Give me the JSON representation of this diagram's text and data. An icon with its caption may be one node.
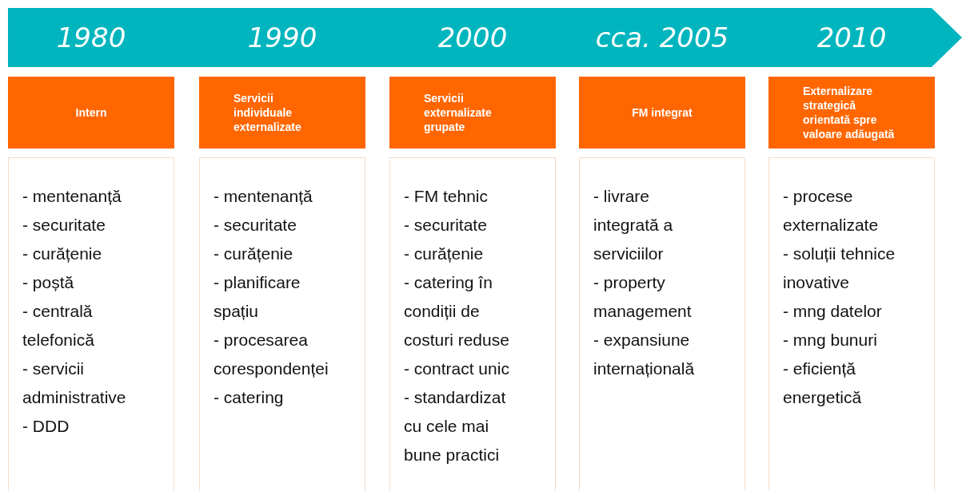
{
  "diagram": {
    "nodes": [
      {
        "text": [
          "1980",
          "1990",
          "2000",
          "cca. 2005",
          "2010"
        ]
      },
      {
        "text": [
          "Intern"
        ]
      },
      {
        "text": [
          "Servicii individuale externalizate"
        ]
      },
      {
        "text": [
          "Servicii externalizate grupate"
        ]
      },
      {
        "text": [
          "FM integrat"
        ]
      },
      {
        "text": [
          "Externalizare strategică orientată spre valoare adăugată"
        ]
      },
      {
        "text": [
          "- mentenanță",
          "- securitate",
          "- curățenie",
          "- poștă",
          "- centrală telefonică",
          "- servicii administrative",
          "- DDD"
        ]
      },
      {
        "text": [
          "- mentenanță",
          "- securitate",
          "- curățenie",
          "- planificare spațiu",
          "- procesarea corespondenței",
          "- catering"
        ]
      },
      {
        "text": [
          "- FM tehnic",
          "- securitate",
          "- curățenie",
          "- catering în condiții de costuri reduse",
          "- contract unic",
          "- standardizat cu cele mai bune practici"
        ]
      },
      {
        "text": [
          "- livrare integrată a serviciilor",
          "- property management",
          "- expansiune internațională"
        ]
      },
      {
        "text": [
          "- procese externalizate",
          "- soluții tehnice inovative",
          "- mng datelor",
          "- mng bunuri",
          "- eficiență energetică"
        ]
      }
    ]
  }
}
